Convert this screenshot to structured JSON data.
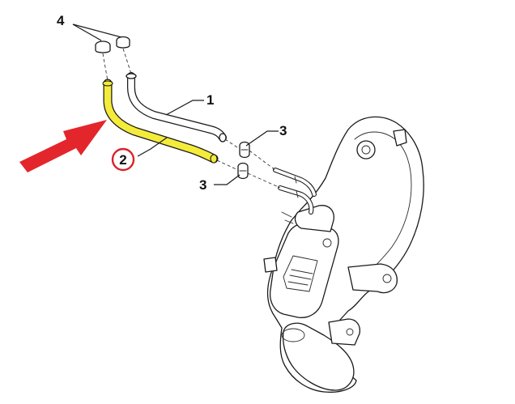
{
  "callouts": {
    "label_1": "1",
    "label_2": "2",
    "label_3_upper": "3",
    "label_3_lower": "3",
    "label_4": "4"
  },
  "colors": {
    "highlight": "#f4ec3a",
    "arrow": "#e3262b",
    "marker_ring": "#d8232a"
  },
  "icons": {
    "pointer": "red-arrow-icon",
    "selected_marker": "circled-number-marker"
  }
}
